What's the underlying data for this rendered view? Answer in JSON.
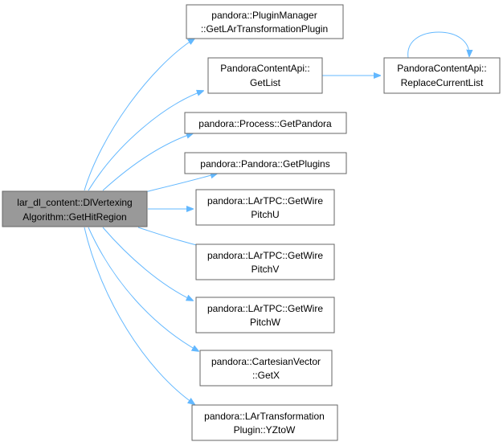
{
  "nodes": {
    "root": {
      "lines": [
        "lar_dl_content::DlVertexing",
        "Algorithm::GetHitRegion"
      ]
    },
    "plugin_manager": {
      "lines": [
        "pandora::PluginManager",
        "::GetLArTransformationPlugin"
      ]
    },
    "get_list": {
      "lines": [
        "PandoraContentApi::",
        "GetList"
      ]
    },
    "replace_current_list": {
      "lines": [
        "PandoraContentApi::",
        "ReplaceCurrentList"
      ]
    },
    "get_pandora": {
      "lines": [
        "pandora::Process::GetPandora"
      ]
    },
    "get_plugins": {
      "lines": [
        "pandora::Pandora::GetPlugins"
      ]
    },
    "wire_pitch_u": {
      "lines": [
        "pandora::LArTPC::GetWire",
        "PitchU"
      ]
    },
    "wire_pitch_v": {
      "lines": [
        "pandora::LArTPC::GetWire",
        "PitchV"
      ]
    },
    "wire_pitch_w": {
      "lines": [
        "pandora::LArTPC::GetWire",
        "PitchW"
      ]
    },
    "cartesian_getx": {
      "lines": [
        "pandora::CartesianVector",
        "::GetX"
      ]
    },
    "yztow": {
      "lines": [
        "pandora::LArTransformation",
        "Plugin::YZtoW"
      ]
    }
  },
  "edges": [
    [
      "root",
      "plugin_manager"
    ],
    [
      "root",
      "get_list"
    ],
    [
      "root",
      "get_pandora"
    ],
    [
      "root",
      "get_plugins"
    ],
    [
      "root",
      "wire_pitch_u"
    ],
    [
      "root",
      "wire_pitch_v"
    ],
    [
      "root",
      "wire_pitch_w"
    ],
    [
      "root",
      "cartesian_getx"
    ],
    [
      "root",
      "yztow"
    ],
    [
      "get_list",
      "replace_current_list"
    ],
    [
      "replace_current_list",
      "replace_current_list"
    ]
  ],
  "colors": {
    "edge": "#63b8ff",
    "root_fill": "#999999",
    "node_fill": "#ffffff",
    "node_border": "#666666"
  }
}
